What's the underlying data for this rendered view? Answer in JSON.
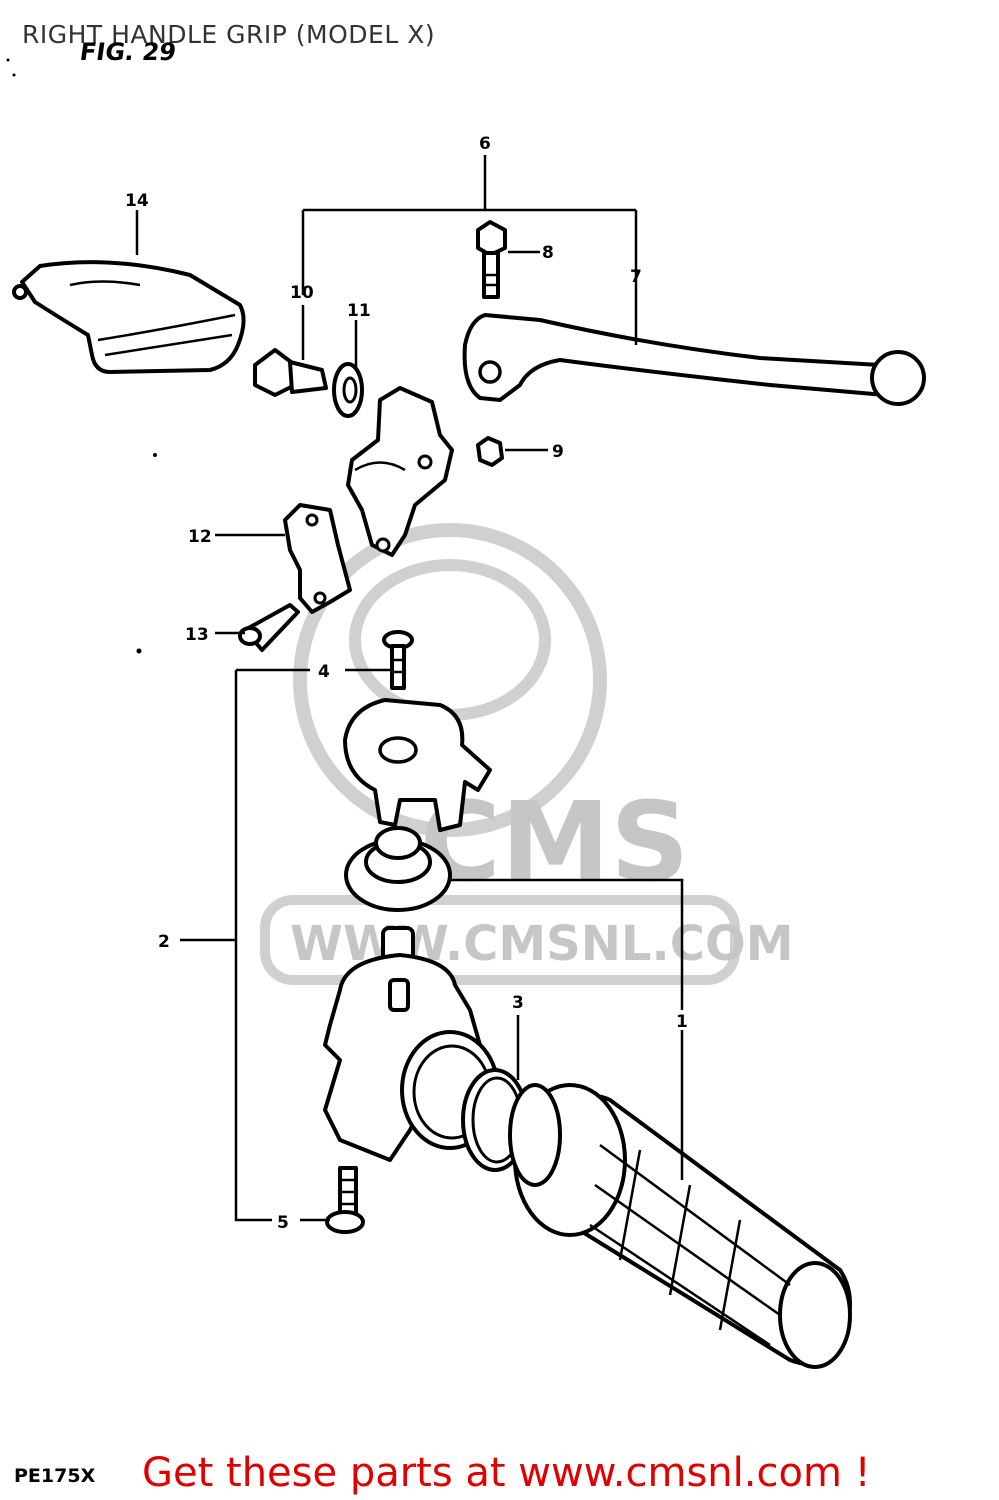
{
  "header": {
    "title": "RIGHT HANDLE GRIP (MODEL X)",
    "figure_label": "FIG. 29"
  },
  "footer": {
    "model_code": "PE175X",
    "promo_text": "Get these parts at www.cmsnl.com !"
  },
  "watermark": {
    "brand": "CMS",
    "url": "WWW.CMSNL.COM"
  },
  "callouts": [
    "1",
    "2",
    "3",
    "4",
    "5",
    "6",
    "7",
    "8",
    "9",
    "10",
    "11",
    "12",
    "13",
    "14"
  ],
  "colors": {
    "promo": "#e00000",
    "watermark": "#bdbdbd",
    "line": "#000000"
  }
}
